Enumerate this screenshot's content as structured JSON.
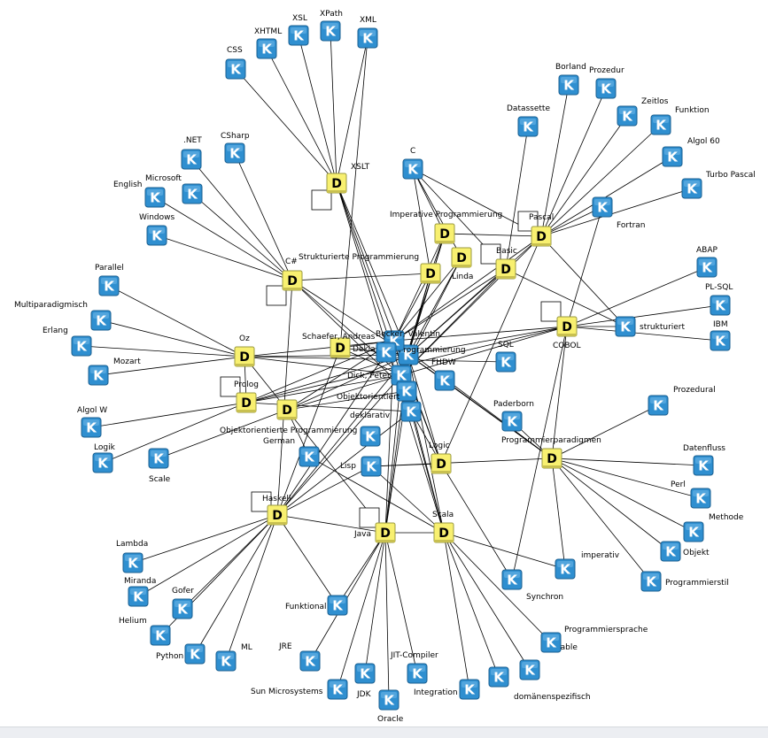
{
  "colors": {
    "edge": "#000000",
    "doc_fill": "#f8f070",
    "doc_border": "#9a9a40",
    "concept_fill": "#2f8fd0",
    "concept_border": "#1a5f90",
    "concept_text": "#ffffff"
  },
  "icons": {
    "document": {
      "glyph": "D",
      "name": "document-icon"
    },
    "concept": {
      "glyph": "K",
      "name": "concept-icon"
    }
  },
  "nodes": [
    {
      "id": "xslt",
      "label": "XSLT",
      "type": "D"
    },
    {
      "id": "csharp_d",
      "label": "C#",
      "type": "D"
    },
    {
      "id": "oz",
      "label": "Oz",
      "type": "D"
    },
    {
      "id": "prolog",
      "label": "Prolog",
      "type": "D"
    },
    {
      "id": "oop",
      "label": "Objektorientierte Programmierung",
      "type": "D"
    },
    {
      "id": "haskell",
      "label": "Haskell",
      "type": "D"
    },
    {
      "id": "java",
      "label": "Java",
      "type": "D"
    },
    {
      "id": "scala",
      "label": "Scala",
      "type": "D"
    },
    {
      "id": "logic",
      "label": "Logic",
      "type": "D"
    },
    {
      "id": "pparadigmen",
      "label": "Programmierparadigmen",
      "type": "D"
    },
    {
      "id": "cobol",
      "label": "COBOL",
      "type": "D"
    },
    {
      "id": "pascal",
      "label": "Pascal",
      "type": "D"
    },
    {
      "id": "basic",
      "label": "Basic",
      "type": "D"
    },
    {
      "id": "imperative_p",
      "label": "Imperative Programmierung",
      "type": "D"
    },
    {
      "id": "linda",
      "label": "Linda",
      "type": "D"
    },
    {
      "id": "sp",
      "label": "Strukturierte Programmierung",
      "type": "D"
    },
    {
      "id": "schaefer",
      "label": "Schaefer, Andreas",
      "type": "D"
    },
    {
      "id": "css",
      "label": "CSS",
      "type": "K"
    },
    {
      "id": "xhtml",
      "label": "XHTML",
      "type": "K"
    },
    {
      "id": "xsl",
      "label": "XSL",
      "type": "K"
    },
    {
      "id": "xpath",
      "label": "XPath",
      "type": "K"
    },
    {
      "id": "xml",
      "label": "XML",
      "type": "K"
    },
    {
      "id": "dotnet",
      "label": ".NET",
      "type": "K"
    },
    {
      "id": "csharp_k",
      "label": "CSharp",
      "type": "K"
    },
    {
      "id": "english",
      "label": "English",
      "type": "K"
    },
    {
      "id": "microsoft",
      "label": "Microsoft",
      "type": "K"
    },
    {
      "id": "windows",
      "label": "Windows",
      "type": "K"
    },
    {
      "id": "parallel",
      "label": "Parallel",
      "type": "K"
    },
    {
      "id": "multiparadigm",
      "label": "Multiparadigmisch",
      "type": "K"
    },
    {
      "id": "erlang",
      "label": "Erlang",
      "type": "K"
    },
    {
      "id": "mozart",
      "label": "Mozart",
      "type": "K"
    },
    {
      "id": "algolw",
      "label": "Algol W",
      "type": "K"
    },
    {
      "id": "logik",
      "label": "Logik",
      "type": "K"
    },
    {
      "id": "scale",
      "label": "Scale",
      "type": "K"
    },
    {
      "id": "german",
      "label": "German",
      "type": "K"
    },
    {
      "id": "lisp",
      "label": "Lisp",
      "type": "K"
    },
    {
      "id": "lambda",
      "label": "Lambda",
      "type": "K"
    },
    {
      "id": "miranda",
      "label": "Miranda",
      "type": "K"
    },
    {
      "id": "gofer",
      "label": "Gofer",
      "type": "K"
    },
    {
      "id": "helium",
      "label": "Helium",
      "type": "K"
    },
    {
      "id": "python",
      "label": "Python",
      "type": "K"
    },
    {
      "id": "ml",
      "label": "ML",
      "type": "K"
    },
    {
      "id": "funktional",
      "label": "Funktional",
      "type": "K"
    },
    {
      "id": "jre",
      "label": "JRE",
      "type": "K"
    },
    {
      "id": "sunms",
      "label": "Sun Microsystems",
      "type": "K"
    },
    {
      "id": "jdk",
      "label": "JDK",
      "type": "K"
    },
    {
      "id": "oracle",
      "label": "Oracle",
      "type": "K"
    },
    {
      "id": "jit",
      "label": "JIT-Compiler",
      "type": "K"
    },
    {
      "id": "integration",
      "label": "Integration",
      "type": "K"
    },
    {
      "id": "domspez",
      "label": "domänenspezifisch",
      "type": "K"
    },
    {
      "id": "scalable",
      "label": "scalable",
      "type": "K"
    },
    {
      "id": "psprache",
      "label": "Programmiersprache",
      "type": "K"
    },
    {
      "id": "synchron",
      "label": "Synchron",
      "type": "K"
    },
    {
      "id": "imperativ",
      "label": "imperativ",
      "type": "K"
    },
    {
      "id": "pstil",
      "label": "Programmierstil",
      "type": "K"
    },
    {
      "id": "objekt",
      "label": "Objekt",
      "type": "K"
    },
    {
      "id": "methode",
      "label": "Methode",
      "type": "K"
    },
    {
      "id": "perl",
      "label": "Perl",
      "type": "K"
    },
    {
      "id": "datenfluss",
      "label": "Datenfluss",
      "type": "K"
    },
    {
      "id": "prozedural",
      "label": "Prozedural",
      "type": "K"
    },
    {
      "id": "ibm",
      "label": "IBM",
      "type": "K"
    },
    {
      "id": "plsql",
      "label": "PL-SQL",
      "type": "K"
    },
    {
      "id": "abap",
      "label": "ABAP",
      "type": "K"
    },
    {
      "id": "strukturiert",
      "label": "strukturiert",
      "type": "K"
    },
    {
      "id": "fortran",
      "label": "Fortran",
      "type": "K"
    },
    {
      "id": "turbopascal",
      "label": "Turbo Pascal",
      "type": "K"
    },
    {
      "id": "algol60",
      "label": "Algol 60",
      "type": "K"
    },
    {
      "id": "funktion",
      "label": "Funktion",
      "type": "K"
    },
    {
      "id": "zeitlos",
      "label": "Zeitlos",
      "type": "K"
    },
    {
      "id": "prozedur",
      "label": "Prozedur",
      "type": "K"
    },
    {
      "id": "borland",
      "label": "Borland",
      "type": "K"
    },
    {
      "id": "datassette",
      "label": "Datassette",
      "type": "K"
    },
    {
      "id": "c",
      "label": "C",
      "type": "K"
    },
    {
      "id": "sql",
      "label": "SQL",
      "type": "K"
    },
    {
      "id": "fhdw",
      "label": "FHDW",
      "type": "K"
    },
    {
      "id": "paderborn",
      "label": "Paderborn",
      "type": "K"
    },
    {
      "id": "programmierung",
      "label": "Programmierung",
      "type": "K"
    },
    {
      "id": "becker",
      "label": "Becker, Valentin",
      "type": "K"
    },
    {
      "id": "dekla",
      "label": "Dekla",
      "type": "K"
    },
    {
      "id": "dick",
      "label": "Dick, Peter",
      "type": "K"
    },
    {
      "id": "objorient",
      "label": "Objektorientiert",
      "type": "K"
    },
    {
      "id": "deklarativ",
      "label": "deklarativ",
      "type": "K"
    },
    {
      "id": "k_lisp_upper",
      "label": "",
      "type": "K"
    }
  ],
  "edges": [
    [
      "xslt",
      "css"
    ],
    [
      "xslt",
      "xhtml"
    ],
    [
      "xslt",
      "xsl"
    ],
    [
      "xslt",
      "xpath"
    ],
    [
      "xslt",
      "xml"
    ],
    [
      "xslt",
      "programmierung"
    ],
    [
      "xslt",
      "dick"
    ],
    [
      "xslt",
      "logic"
    ],
    [
      "xslt",
      "scala"
    ],
    [
      "csharp_d",
      "dotnet"
    ],
    [
      "csharp_d",
      "csharp_k"
    ],
    [
      "csharp_d",
      "english"
    ],
    [
      "csharp_d",
      "microsoft"
    ],
    [
      "csharp_d",
      "windows"
    ],
    [
      "csharp_d",
      "programmierung"
    ],
    [
      "csharp_d",
      "dick"
    ],
    [
      "csharp_d",
      "objorient"
    ],
    [
      "csharp_d",
      "haskell"
    ],
    [
      "oz",
      "parallel"
    ],
    [
      "oz",
      "multiparadigm"
    ],
    [
      "oz",
      "erlang"
    ],
    [
      "oz",
      "mozart"
    ],
    [
      "oz",
      "programmierung"
    ],
    [
      "oz",
      "dick"
    ],
    [
      "oz",
      "becker"
    ],
    [
      "oz",
      "prolog"
    ],
    [
      "oz",
      "oop"
    ],
    [
      "oz",
      "sql"
    ],
    [
      "prolog",
      "algolw"
    ],
    [
      "prolog",
      "logik"
    ],
    [
      "prolog",
      "programmierung"
    ],
    [
      "prolog",
      "dick"
    ],
    [
      "prolog",
      "deklarativ"
    ],
    [
      "prolog",
      "cobol"
    ],
    [
      "prolog",
      "becker"
    ],
    [
      "oop",
      "scale"
    ],
    [
      "oop",
      "programmierung"
    ],
    [
      "oop",
      "objorient"
    ],
    [
      "oop",
      "german"
    ],
    [
      "oop",
      "becker"
    ],
    [
      "oop",
      "java"
    ],
    [
      "oop",
      "dick"
    ],
    [
      "haskell",
      "lambda"
    ],
    [
      "haskell",
      "miranda"
    ],
    [
      "haskell",
      "gofer"
    ],
    [
      "haskell",
      "helium"
    ],
    [
      "haskell",
      "python"
    ],
    [
      "haskell",
      "ml"
    ],
    [
      "haskell",
      "funktional"
    ],
    [
      "haskell",
      "programmierung"
    ],
    [
      "haskell",
      "lisp"
    ],
    [
      "haskell",
      "java"
    ],
    [
      "haskell",
      "becker"
    ],
    [
      "haskell",
      "dick"
    ],
    [
      "haskell",
      "deklarativ"
    ],
    [
      "java",
      "jre"
    ],
    [
      "java",
      "sunms"
    ],
    [
      "java",
      "jdk"
    ],
    [
      "java",
      "oracle"
    ],
    [
      "java",
      "jit"
    ],
    [
      "java",
      "funktional"
    ],
    [
      "java",
      "programmierung"
    ],
    [
      "java",
      "scala"
    ],
    [
      "java",
      "dick"
    ],
    [
      "java",
      "becker"
    ],
    [
      "java",
      "objorient"
    ],
    [
      "scala",
      "integration"
    ],
    [
      "scala",
      "domspez"
    ],
    [
      "scala",
      "scalable"
    ],
    [
      "scala",
      "psprache"
    ],
    [
      "scala",
      "imperativ"
    ],
    [
      "scala",
      "programmierung"
    ],
    [
      "scala",
      "becker"
    ],
    [
      "scala",
      "dick"
    ],
    [
      "scala",
      "lisp"
    ],
    [
      "scala",
      "german"
    ],
    [
      "logic",
      "synchron"
    ],
    [
      "logic",
      "programmierung"
    ],
    [
      "logic",
      "becker"
    ],
    [
      "logic",
      "lisp"
    ],
    [
      "logic",
      "deklarativ"
    ],
    [
      "logic",
      "pascal"
    ],
    [
      "pparadigmen",
      "imperativ"
    ],
    [
      "pparadigmen",
      "pstil"
    ],
    [
      "pparadigmen",
      "objekt"
    ],
    [
      "pparadigmen",
      "methode"
    ],
    [
      "pparadigmen",
      "perl"
    ],
    [
      "pparadigmen",
      "datenfluss"
    ],
    [
      "pparadigmen",
      "prozedural"
    ],
    [
      "pparadigmen",
      "programmierung"
    ],
    [
      "pparadigmen",
      "paderborn"
    ],
    [
      "pparadigmen",
      "becker"
    ],
    [
      "pparadigmen",
      "lisp"
    ],
    [
      "pparadigmen",
      "fhdw"
    ],
    [
      "pparadigmen",
      "cobol"
    ],
    [
      "cobol",
      "ibm"
    ],
    [
      "cobol",
      "plsql"
    ],
    [
      "cobol",
      "abap"
    ],
    [
      "cobol",
      "strukturiert"
    ],
    [
      "cobol",
      "programmierung"
    ],
    [
      "cobol",
      "becker"
    ],
    [
      "cobol",
      "dick"
    ],
    [
      "cobol",
      "fortran"
    ],
    [
      "cobol",
      "synchron"
    ],
    [
      "pascal",
      "turbopascal"
    ],
    [
      "pascal",
      "algol60"
    ],
    [
      "pascal",
      "funktion"
    ],
    [
      "pascal",
      "zeitlos"
    ],
    [
      "pascal",
      "prozedur"
    ],
    [
      "pascal",
      "borland"
    ],
    [
      "pascal",
      "fortran"
    ],
    [
      "pascal",
      "strukturiert"
    ],
    [
      "pascal",
      "programmierung"
    ],
    [
      "pascal",
      "c"
    ],
    [
      "pascal",
      "becker"
    ],
    [
      "pascal",
      "dick"
    ],
    [
      "pascal",
      "imperative_p"
    ],
    [
      "basic",
      "datassette"
    ],
    [
      "basic",
      "programmierung"
    ],
    [
      "basic",
      "c"
    ],
    [
      "basic",
      "becker"
    ],
    [
      "basic",
      "dick"
    ],
    [
      "basic",
      "strukturiert"
    ],
    [
      "imperative_p",
      "programmierung"
    ],
    [
      "imperative_p",
      "c"
    ],
    [
      "imperative_p",
      "becker"
    ],
    [
      "imperative_p",
      "dick"
    ],
    [
      "imperative_p",
      "sp"
    ],
    [
      "linda",
      "programmierung"
    ],
    [
      "linda",
      "becker"
    ],
    [
      "linda",
      "dick"
    ],
    [
      "linda",
      "c"
    ],
    [
      "sp",
      "programmierung"
    ],
    [
      "sp",
      "becker"
    ],
    [
      "sp",
      "csharp_d"
    ],
    [
      "sp",
      "c"
    ],
    [
      "sp",
      "dick"
    ],
    [
      "schaefer",
      "programmierung"
    ],
    [
      "schaefer",
      "xml"
    ],
    [
      "schaefer",
      "dick"
    ],
    [
      "schaefer",
      "haskell"
    ],
    [
      "schaefer",
      "becker"
    ],
    [
      "becker",
      "programmierung"
    ],
    [
      "dick",
      "programmierung"
    ],
    [
      "dekla",
      "programmierung"
    ],
    [
      "fhdw",
      "programmierung"
    ]
  ]
}
